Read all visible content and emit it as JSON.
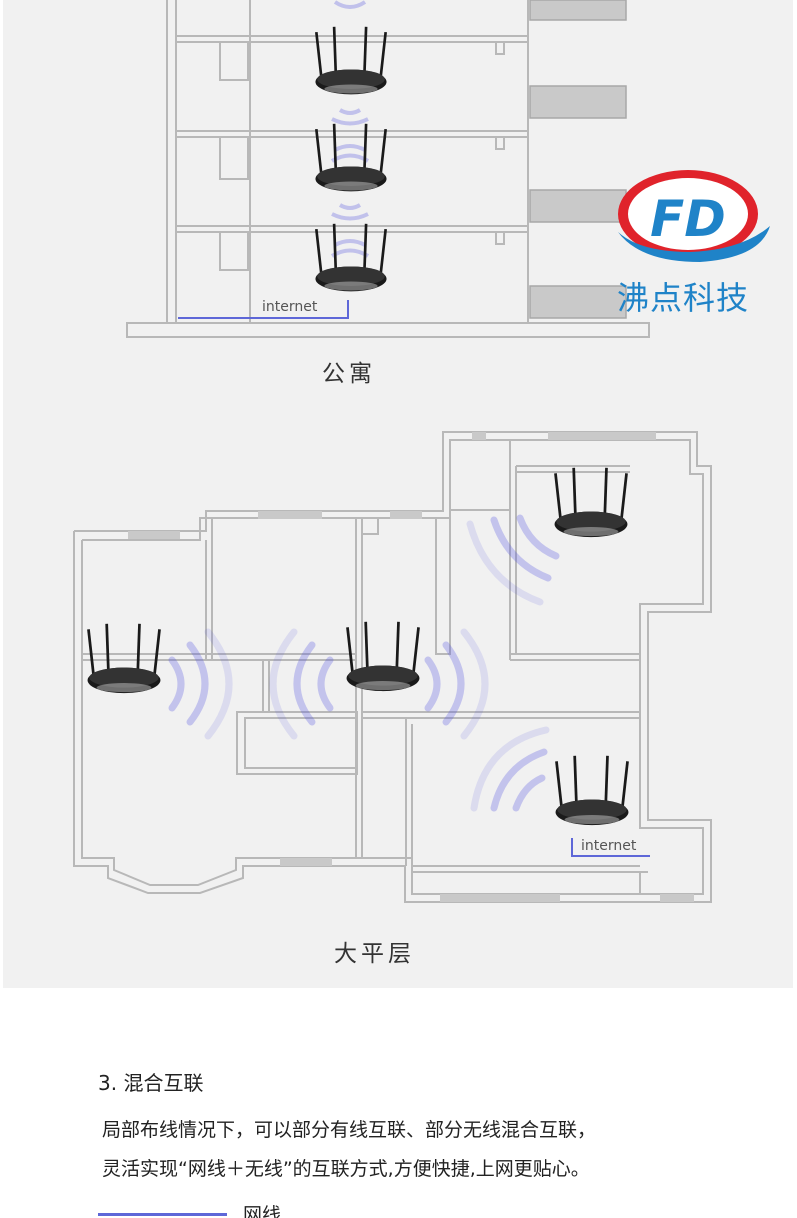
{
  "diagram": {
    "apartment_caption": "公寓",
    "flat_caption": "大平层",
    "internet_label": "internet",
    "internet_label_flat": "internet"
  },
  "brand": {
    "logo_letters": "FD",
    "name": "沸点科技",
    "colors": {
      "red": "#e0232b",
      "blue": "#1f83c8"
    }
  },
  "section": {
    "title": "3. 混合互联",
    "line1": "局部布线情况下，可以部分有线互联、部分无线混合互联，",
    "line2": "灵活实现“网线＋无线”的互联方式,方便快捷,上网更贴心。"
  },
  "legend": {
    "wired_label": "网线",
    "wired_color": "#5e67d8"
  },
  "colors": {
    "wall": "#b8b8b8",
    "signal": "#5b5be0",
    "router": "#1a1a1a"
  }
}
